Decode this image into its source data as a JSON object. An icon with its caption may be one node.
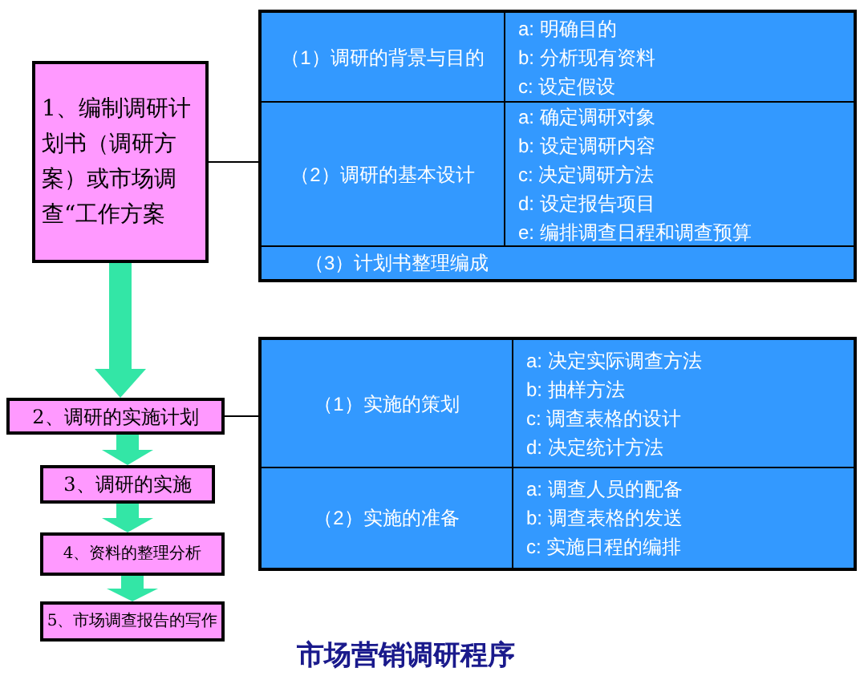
{
  "diagram": {
    "title": "市场营销调研程序",
    "nodes": [
      {
        "text": [
          "1、编制调研计划书（调研方案）或市场调查“工作方案"
        ]
      },
      {
        "text": [],
        "shape": "box"
      },
      {
        "text": [
          "（1）调研的背景与目的"
        ],
        "in": 1
      },
      {
        "text": [
          "a: 明确目的",
          "b: 分析现有资料",
          "c: 设定假设"
        ],
        "in": 1
      },
      {
        "text": [
          "（2）调研的基本设计"
        ],
        "in": 1
      },
      {
        "text": [
          "a: 确定调研对象",
          "b: 设定调研内容",
          "c: 决定调研方法",
          "d: 设定报告项目",
          "e: 编排调查日程和调查预算"
        ],
        "in": 1
      },
      {
        "text": [
          "（3）计划书整理编成"
        ],
        "in": 1
      },
      {
        "text": [
          "2、调研的实施计划"
        ]
      },
      {
        "text": [
          "3、调研的实施"
        ]
      },
      {
        "text": [
          "4、资料的整理分析"
        ]
      },
      {
        "text": [
          "5、市场调查报告的写作"
        ]
      },
      {
        "text": [],
        "shape": "box"
      },
      {
        "text": [
          "（1）实施的策划"
        ],
        "in": 11
      },
      {
        "text": [
          "a: 决定实际调查方法",
          "b: 抽样方法",
          "c: 调查表格的设计",
          "d: 决定统计方法"
        ],
        "in": 11
      },
      {
        "text": [
          "（2）实施的准备"
        ],
        "in": 11
      },
      {
        "text": [
          "a: 调查人员的配备",
          "b: 调查表格的发送",
          "c: 实施日程的编排"
        ],
        "in": 11
      }
    ],
    "edges": [
      {
        "from": 0,
        "to": 1,
        "arrow": "none",
        "color": "#000000"
      },
      {
        "from": 0,
        "to": 7,
        "arrow": "to",
        "color": "#33e6a6"
      },
      {
        "from": 7,
        "to": 11,
        "arrow": "none",
        "color": "#000000"
      },
      {
        "from": 7,
        "to": 8,
        "arrow": "to",
        "color": "#33e6a6"
      },
      {
        "from": 8,
        "to": 9,
        "arrow": "to",
        "color": "#33e6a6"
      },
      {
        "from": 9,
        "to": 10,
        "arrow": "to",
        "color": "#33e6a6"
      }
    ]
  }
}
